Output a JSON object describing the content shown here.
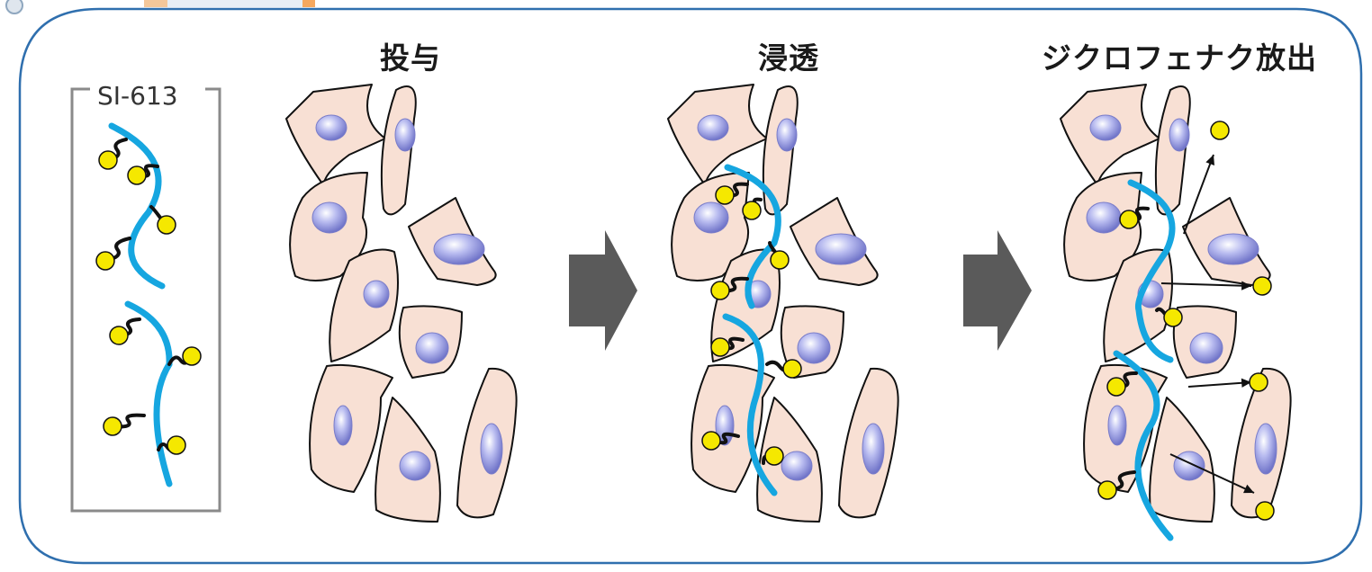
{
  "diagram": {
    "legend_label": "SI-613",
    "stages": [
      {
        "title": "投与"
      },
      {
        "title": "浸透"
      },
      {
        "title": "ジクロフェナク放出"
      }
    ]
  },
  "colors": {
    "frame_border": "#2f6fae",
    "cell_fill": "#f8e0d4",
    "cell_stroke": "#111111",
    "nucleus": "#9a9de6",
    "polymer": "#16a6e0",
    "drug_ball": "#f5e800",
    "arrow": "#5a5a5a"
  }
}
